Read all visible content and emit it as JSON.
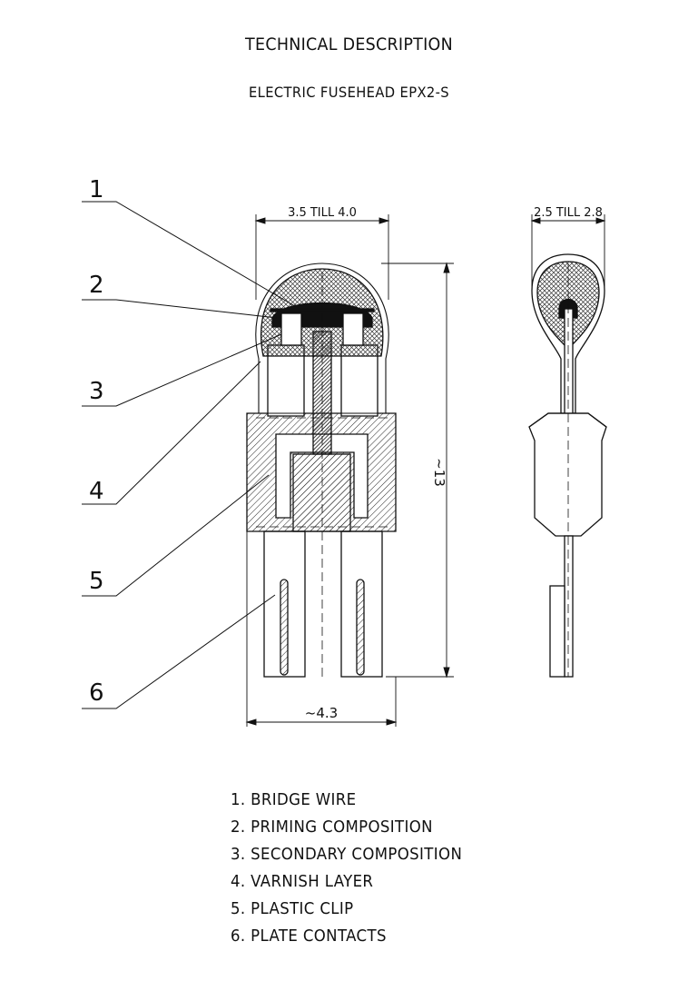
{
  "title": "TECHNICAL DESCRIPTION",
  "subtitle": "ELECTRIC FUSEHEAD  EPX2-S",
  "callouts": [
    "1",
    "2",
    "3",
    "4",
    "5",
    "6"
  ],
  "dimensions": {
    "front_width": "3.5 TILL 4.0",
    "side_width": "2.5 TILL 2.8",
    "height": "~13",
    "base_width": "~4.3"
  },
  "legend": [
    "1. BRIDGE WIRE",
    "2. PRIMING COMPOSITION",
    "3. SECONDARY COMPOSITION",
    "4. VARNISH LAYER",
    "5. PLASTIC CLIP",
    "6. PLATE CONTACTS"
  ]
}
